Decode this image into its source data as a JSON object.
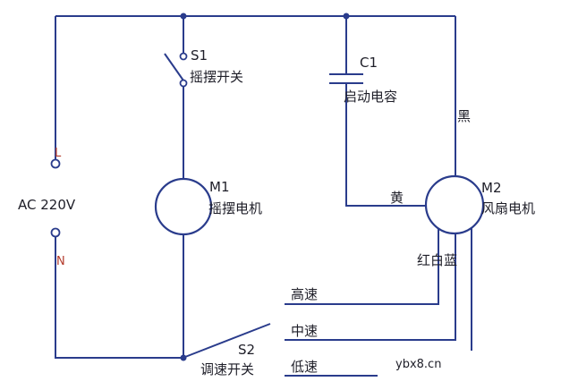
{
  "labels": {
    "s1": "S1",
    "s1_name": "摇摆开关",
    "c1": "C1",
    "c1_name": "启动电容",
    "m1": "M1",
    "m1_name": "摇摆电机",
    "m2": "M2",
    "m2_name": "风扇电机",
    "black": "黑",
    "yellow": "黄",
    "red_white_blue": "红白蓝",
    "l": "L",
    "n": "N",
    "ac": "AC  220V",
    "s2": "S2",
    "s2_name": "调速开关",
    "high": "高速",
    "mid": "中速",
    "low": "低速"
  },
  "watermark": "ybx8.cn",
  "colors": {
    "wire": "#2a3c8c",
    "text": "#1e1e28",
    "terminal_label": "#b33a2a"
  }
}
